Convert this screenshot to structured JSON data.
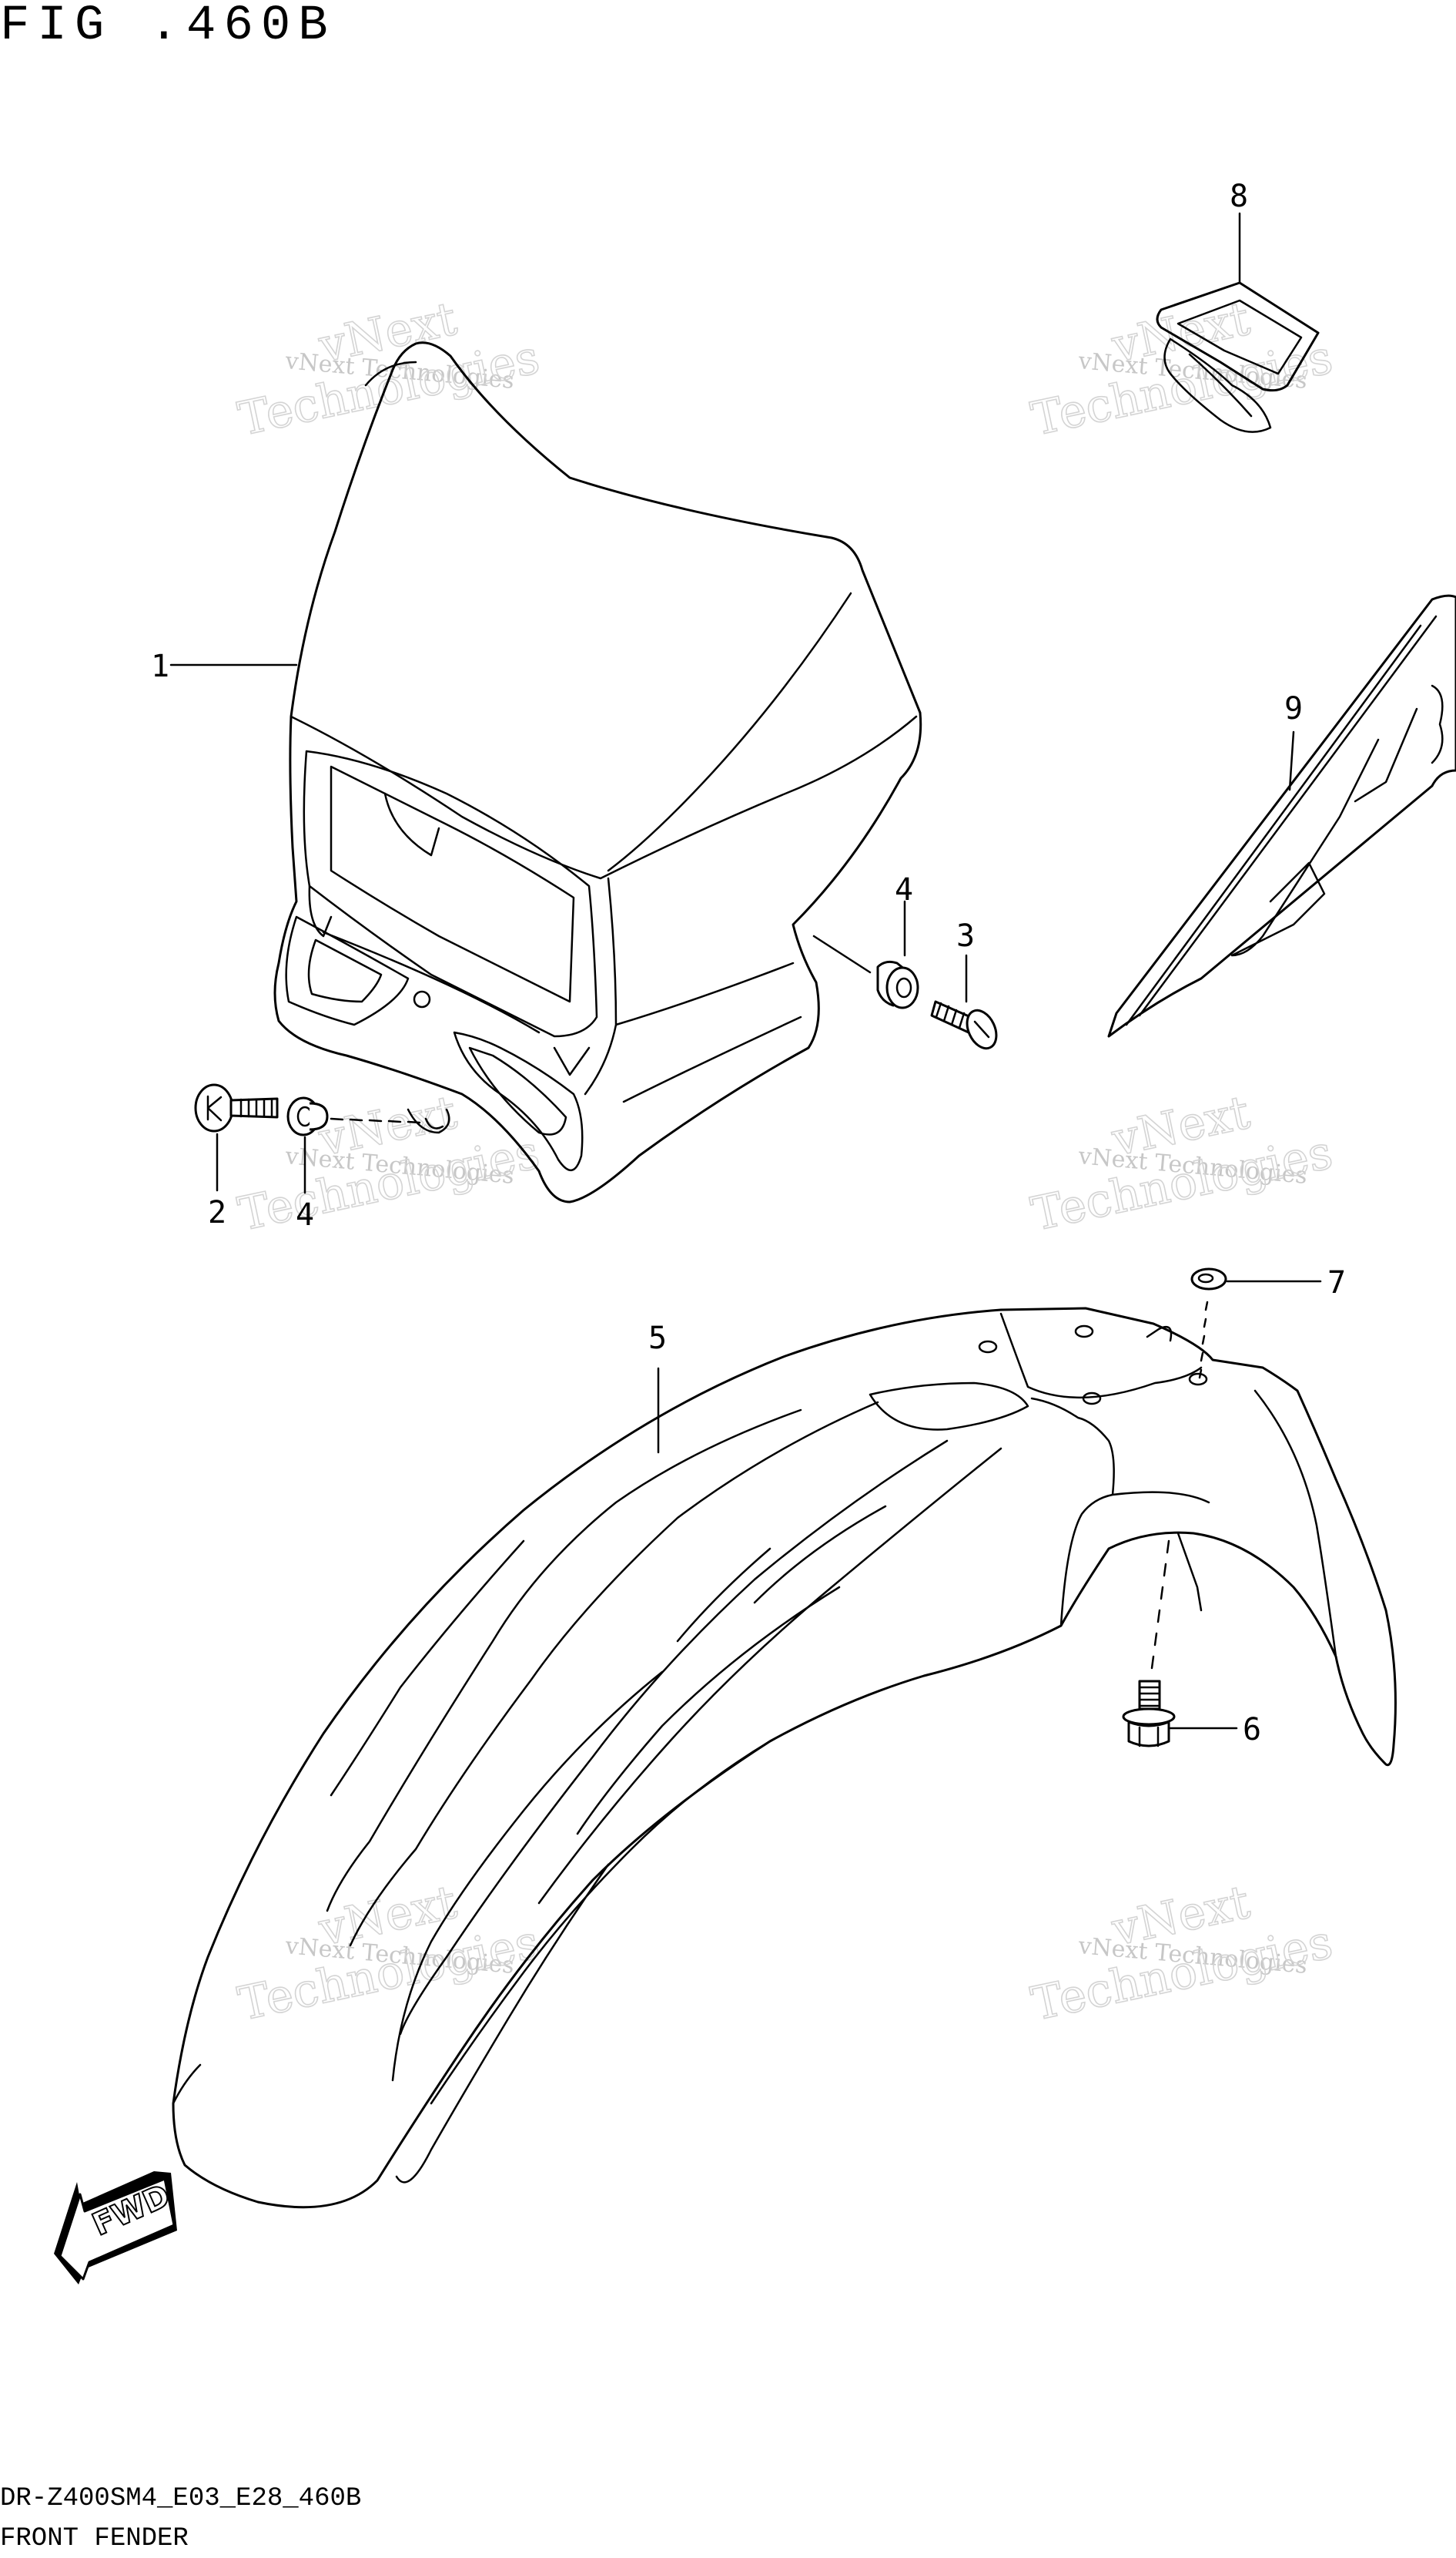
{
  "figure": {
    "title": "FIG .460B",
    "model_code": "DR-Z400SM4_E03_E28_460B",
    "name": "FRONT FENDER"
  },
  "callouts": [
    {
      "id": "callout-1",
      "label": "1"
    },
    {
      "id": "callout-2",
      "label": "2"
    },
    {
      "id": "callout-3",
      "label": "3"
    },
    {
      "id": "callout-4a",
      "label": "4"
    },
    {
      "id": "callout-4b",
      "label": "4"
    },
    {
      "id": "callout-5",
      "label": "5"
    },
    {
      "id": "callout-6",
      "label": "6"
    },
    {
      "id": "callout-7",
      "label": "7"
    },
    {
      "id": "callout-8",
      "label": "8"
    },
    {
      "id": "callout-9",
      "label": "9"
    }
  ],
  "arrow": {
    "label": "FWD"
  },
  "watermark": {
    "line1": "vNext Technologies",
    "line2": "vNext",
    "line3": "Technologies"
  }
}
